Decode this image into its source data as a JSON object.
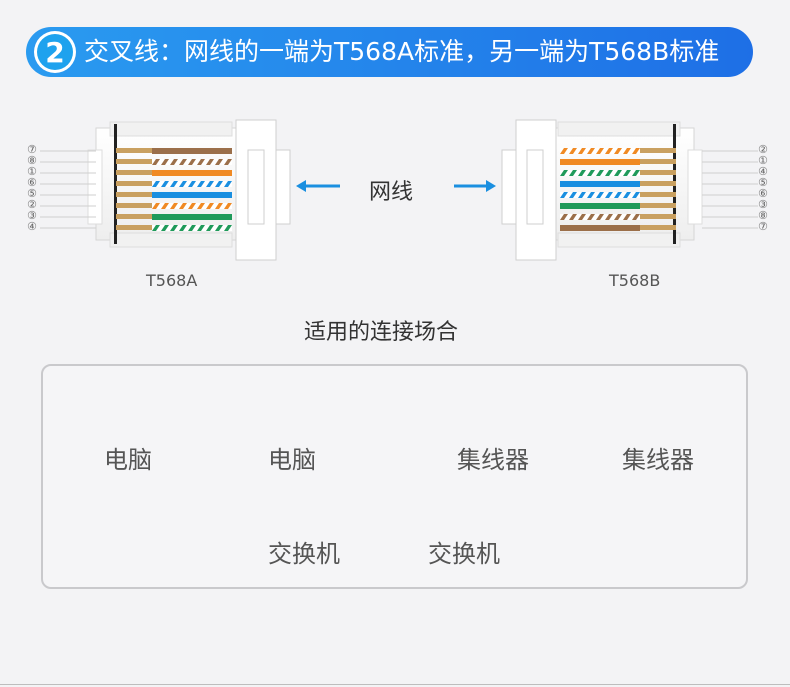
{
  "banner": {
    "number": "2",
    "title": "交叉线：网线的一端为T568A标准，另一端为T568B标准"
  },
  "diagram": {
    "left_connector_label": "T568A",
    "right_connector_label": "T568B",
    "center_label": "网线",
    "left_pin_numbers": [
      "⑦",
      "⑧",
      "①",
      "⑥",
      "⑤",
      "②",
      "③",
      "④"
    ],
    "right_pin_numbers": [
      "②",
      "①",
      "④",
      "⑤",
      "⑥",
      "③",
      "⑧",
      "⑦"
    ],
    "colors": {
      "orange": "#f08a24",
      "green": "#1f9a5a",
      "blue": "#1a8fe0",
      "brown": "#9b6f4a",
      "gold": "#c9a060",
      "arrow": "#1a8fe0"
    }
  },
  "usage": {
    "title": "适用的连接场合",
    "pairs": [
      {
        "left": "电脑",
        "right": "电脑",
        "left_icon": "computer-icon",
        "right_icon": "computer-icon"
      },
      {
        "left": "集线器",
        "right": "集线器",
        "left_icon": "hub-icon",
        "right_icon": "hub-icon"
      },
      {
        "left": "交换机",
        "right": "交换机",
        "left_icon": "switch-icon",
        "right_icon": "switch-icon"
      }
    ]
  }
}
